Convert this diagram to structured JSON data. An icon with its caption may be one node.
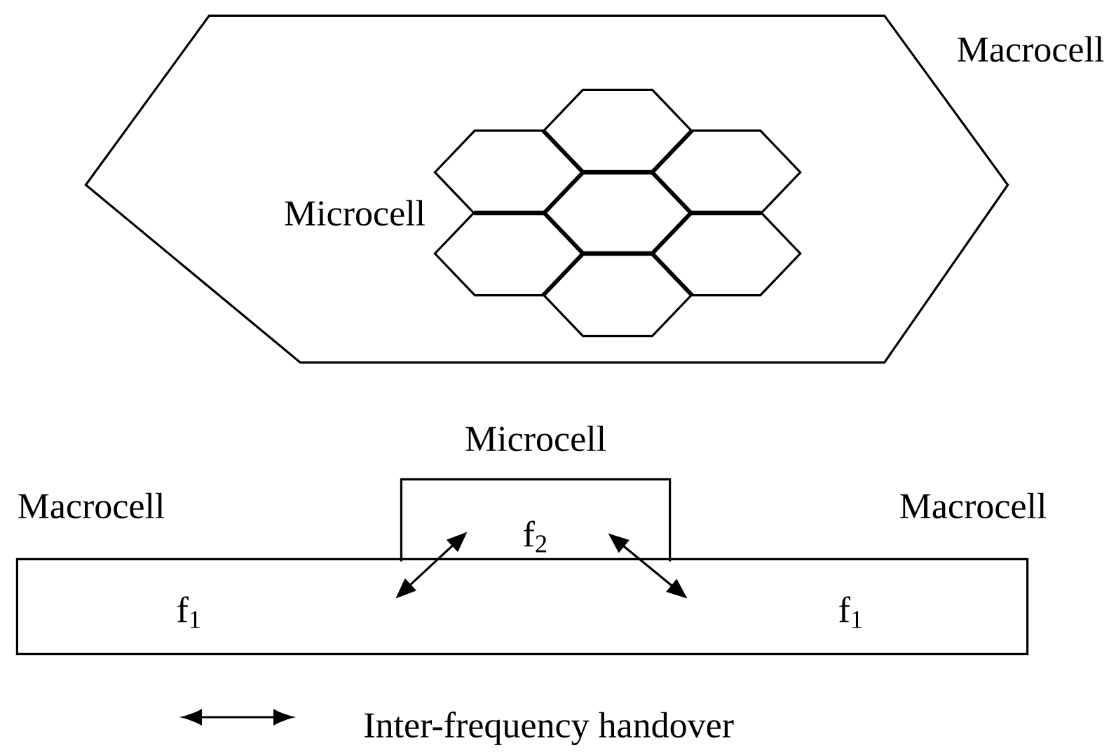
{
  "diagram": {
    "nodes": [
      {
        "text": [
          "Macrocell"
        ]
      },
      {
        "text": [],
        "shape": "hexagon",
        "in": 0
      },
      {
        "text": [],
        "shape": "hexagon",
        "in": 0
      },
      {
        "text": [],
        "shape": "hexagon",
        "in": 0
      },
      {
        "text": [],
        "shape": "hexagon",
        "in": 0
      },
      {
        "text": [],
        "shape": "hexagon",
        "in": 0
      },
      {
        "text": [],
        "shape": "hexagon",
        "in": 0
      },
      {
        "text": [],
        "shape": "hexagon",
        "in": 0
      },
      {
        "text": [
          "Microcell",
          "f$_{2}$"
        ]
      },
      {
        "text": [
          "Macrocell",
          "Macrocell",
          "f$_{1}$",
          "f$_{1}$"
        ]
      }
    ],
    "edges": [
      {
        "from": 8,
        "to": 9,
        "arrow": "both"
      },
      {
        "from": 8,
        "to": 9,
        "arrow": "both"
      }
    ],
    "labels": [
      "Microcell"
    ],
    "legend": [
      {
        "text": "Inter-frequency handover"
      }
    ]
  }
}
